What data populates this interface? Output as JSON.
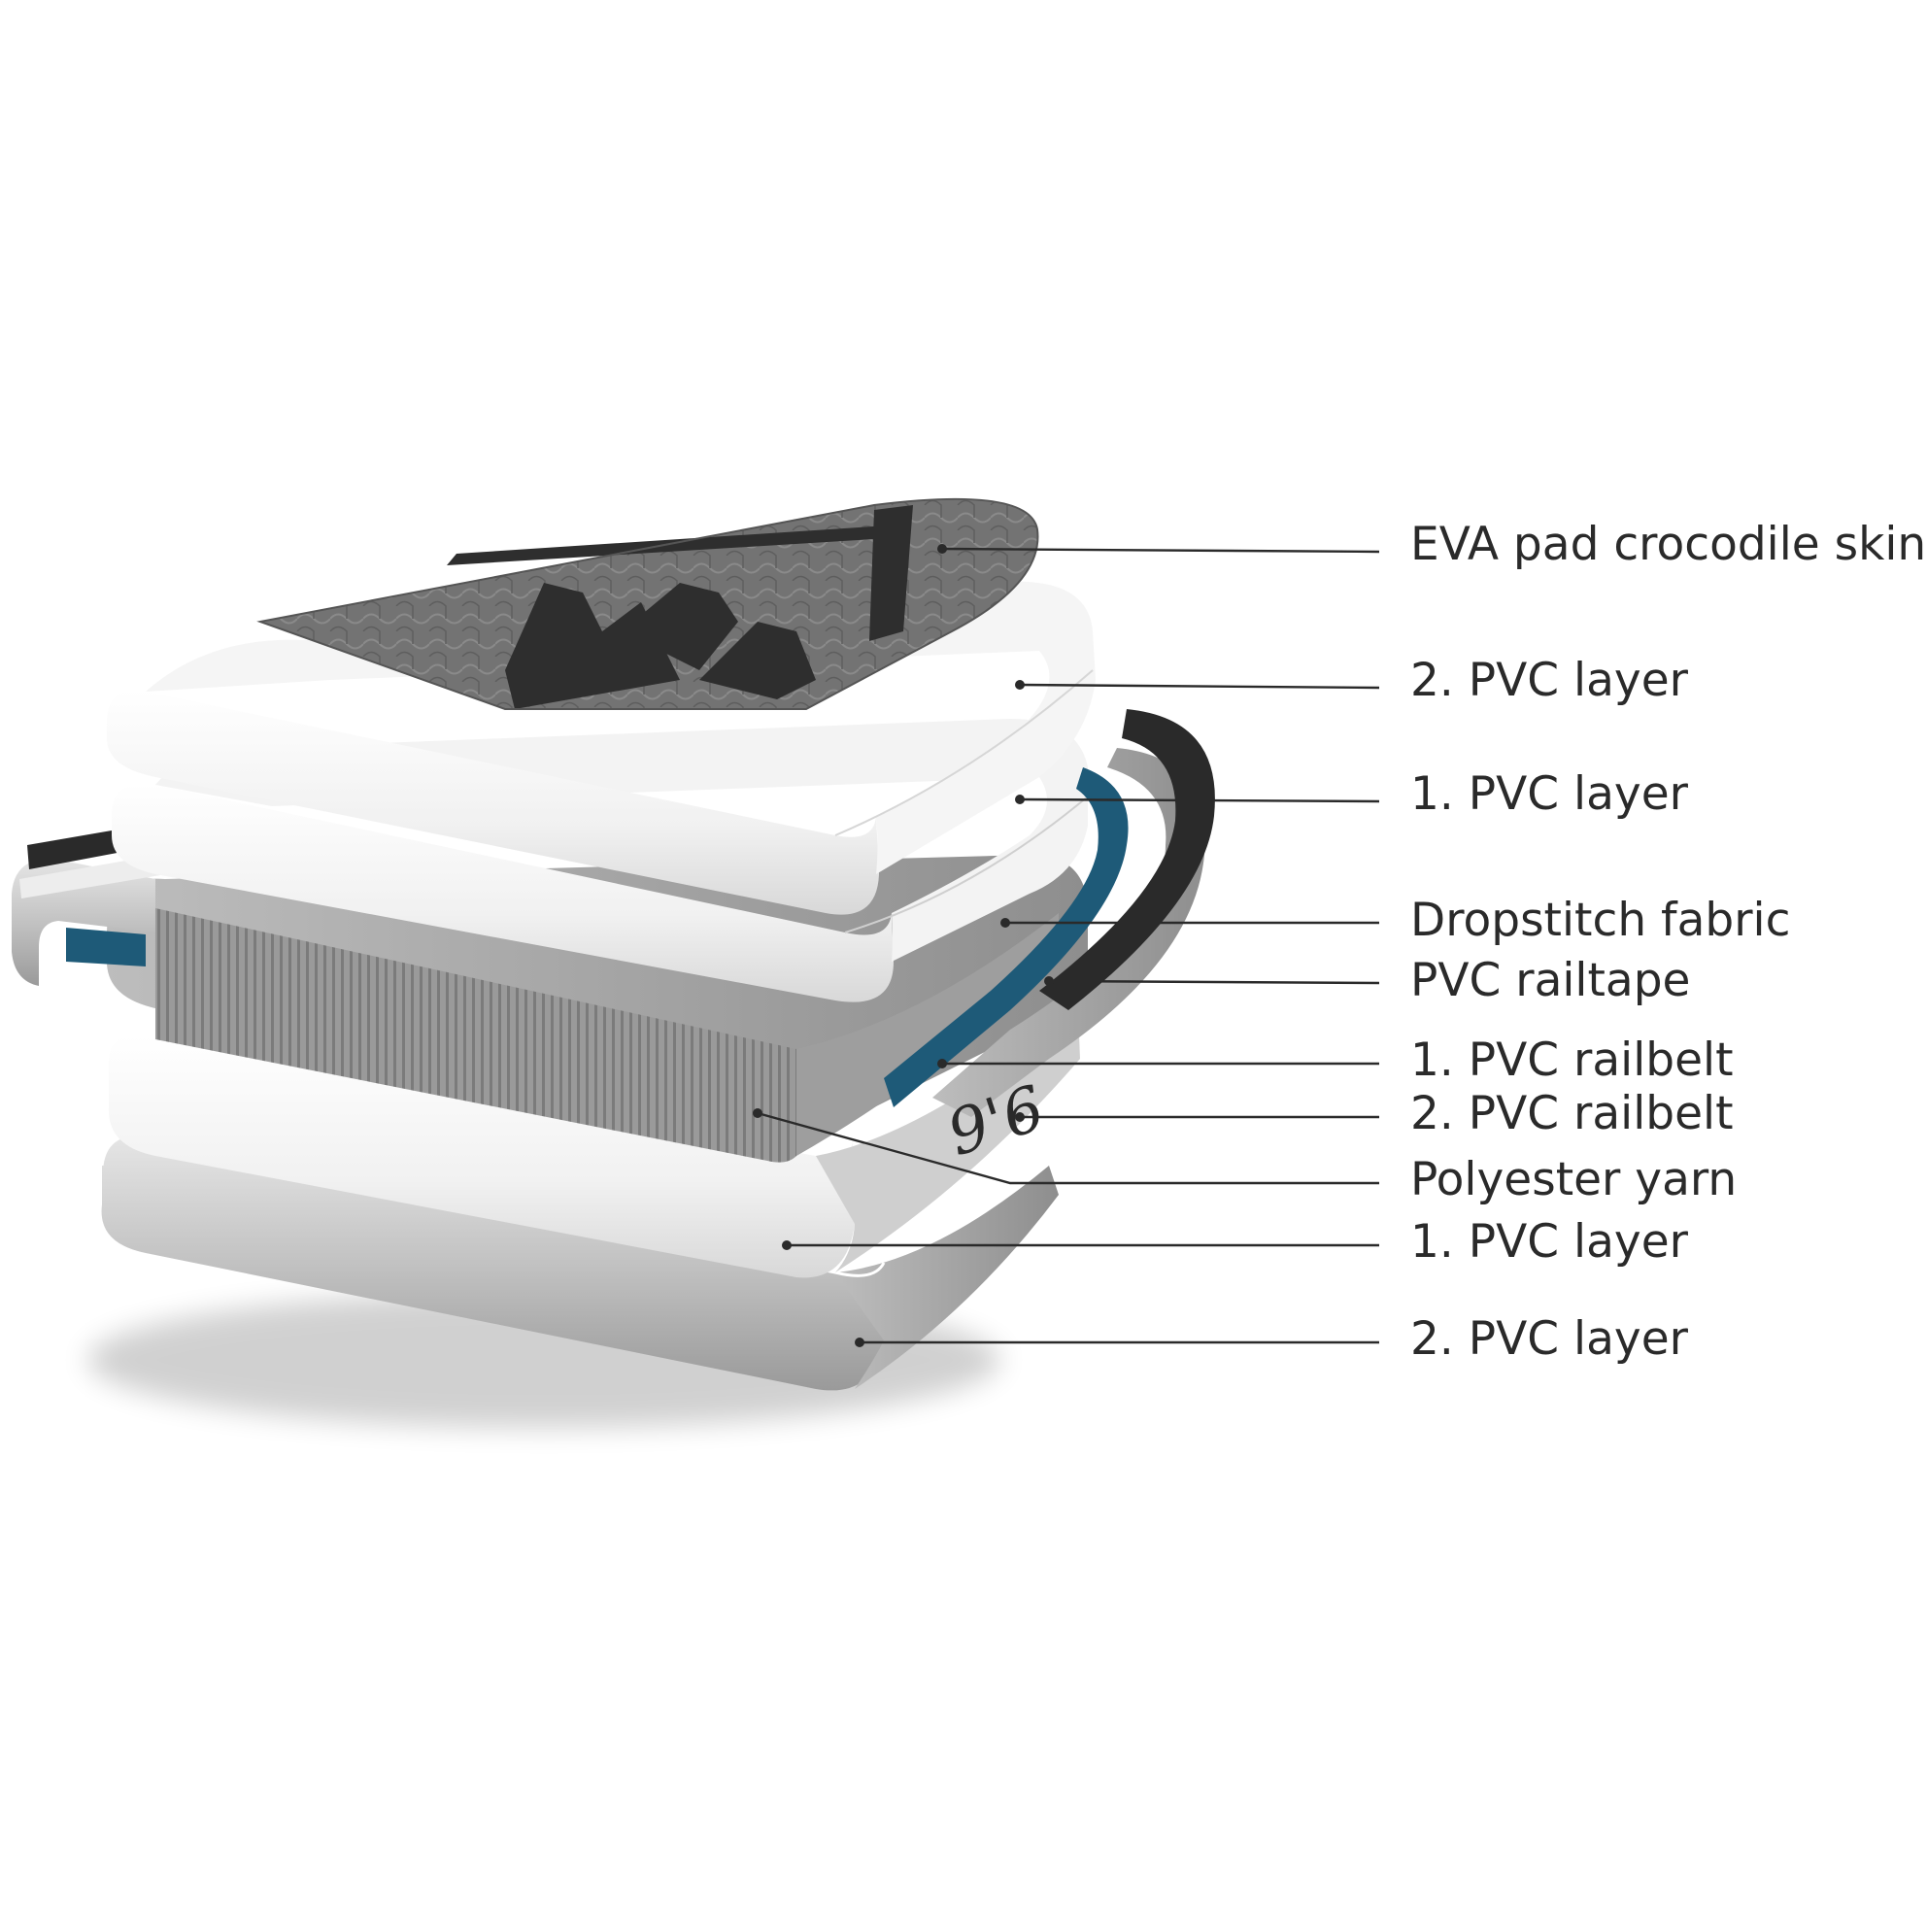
{
  "labels": [
    {
      "id": "eva-pad",
      "text": "EVA pad crocodile skin"
    },
    {
      "id": "pvc-layer-2-top",
      "text": "2. PVC layer"
    },
    {
      "id": "pvc-layer-1-top",
      "text": "1. PVC layer"
    },
    {
      "id": "dropstitch-fabric",
      "text": "Dropstitch fabric"
    },
    {
      "id": "pvc-railtape",
      "text": "PVC railtape"
    },
    {
      "id": "pvc-railbelt-1",
      "text": "1. PVC railbelt"
    },
    {
      "id": "pvc-railbelt-2",
      "text": "2. PVC railbelt"
    },
    {
      "id": "polyester-yarn",
      "text": "Polyester yarn"
    },
    {
      "id": "pvc-layer-1-bottom",
      "text": "1. PVC layer"
    },
    {
      "id": "pvc-layer-2-bottom",
      "text": "2. PVC layer"
    }
  ],
  "board_size_mark": "9'6",
  "colors": {
    "deck_pad": "#6f6f6f",
    "deck_pad_pattern": "#2e2e2e",
    "pvc_white": "#f4f4f4",
    "pvc_grey": "#a9a9a9",
    "rail_blue": "#1e5a78",
    "railtape_black": "#2a2a2a",
    "dropstitch": "#8d8d8d",
    "leader_line": "#2a2a2a"
  }
}
